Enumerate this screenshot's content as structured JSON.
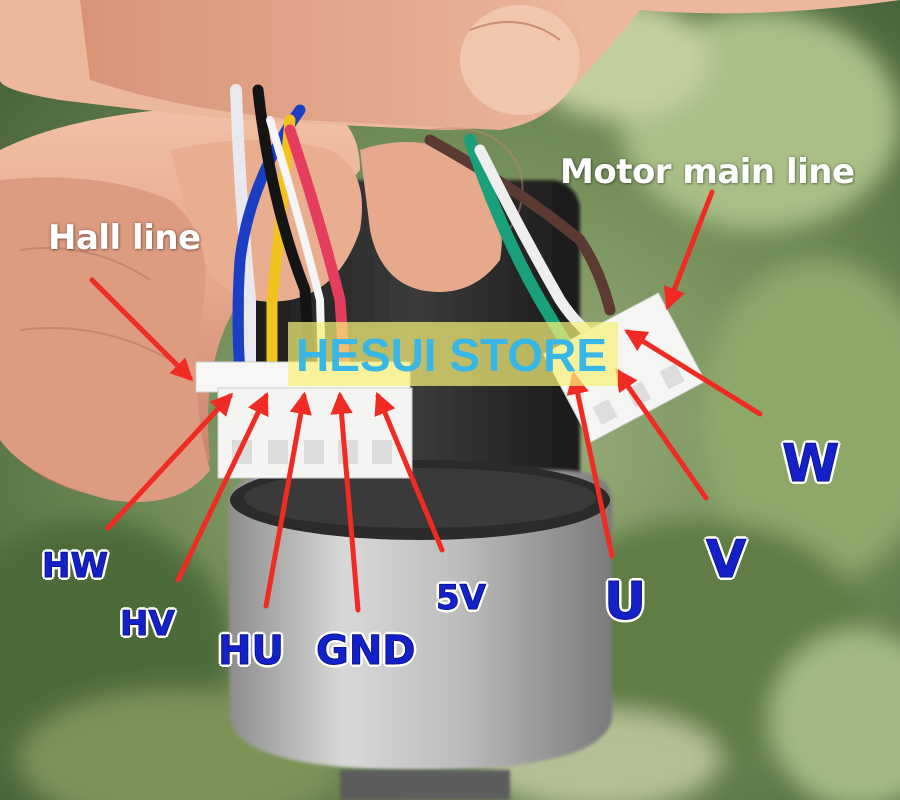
{
  "image": {
    "labels": {
      "hall_line": "Hall line",
      "motor_main_line": "Motor main line",
      "hw": "HW",
      "hv": "HV",
      "hu": "HU",
      "gnd": "GND",
      "five_v": "5V",
      "u": "U",
      "v": "V",
      "w": "W"
    },
    "watermark": "HESUI STORE"
  },
  "colors": {
    "arrow": "#ef2b24",
    "pin_label": "#1420c8",
    "watermark_bg": "#f6f078",
    "watermark_text": "#38b6e6"
  }
}
